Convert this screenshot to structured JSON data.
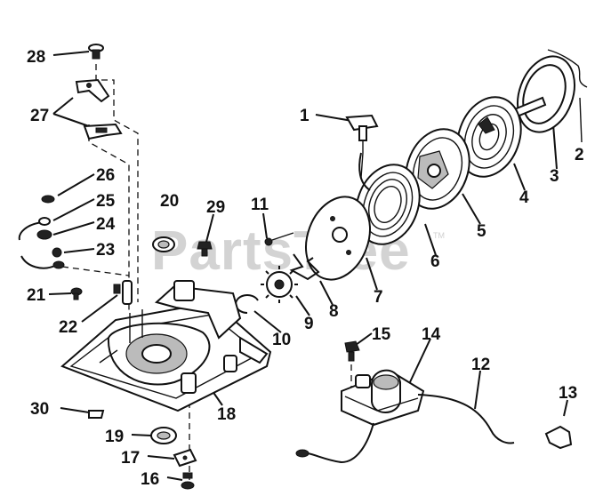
{
  "watermark": {
    "text": "PartsTree",
    "tm": "TM"
  },
  "part_labels": [
    "28",
    "27",
    "26",
    "25",
    "24",
    "23",
    "21",
    "22",
    "20",
    "29",
    "11",
    "1",
    "2",
    "3",
    "4",
    "5",
    "6",
    "7",
    "8",
    "9",
    "10",
    "15",
    "14",
    "12",
    "13",
    "18",
    "30",
    "19",
    "17",
    "16"
  ]
}
